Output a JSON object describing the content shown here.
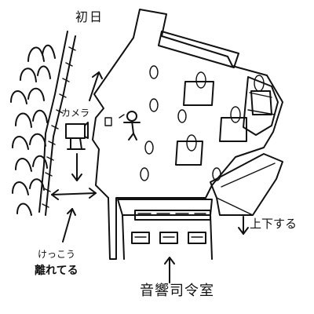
{
  "labels": {
    "first_day": "初日",
    "camera": "カメラ",
    "distance_line1": "けっこう",
    "distance_line2": "離れてる",
    "moves_up_down": "上下する",
    "sound_control_room": "音響司令室"
  }
}
